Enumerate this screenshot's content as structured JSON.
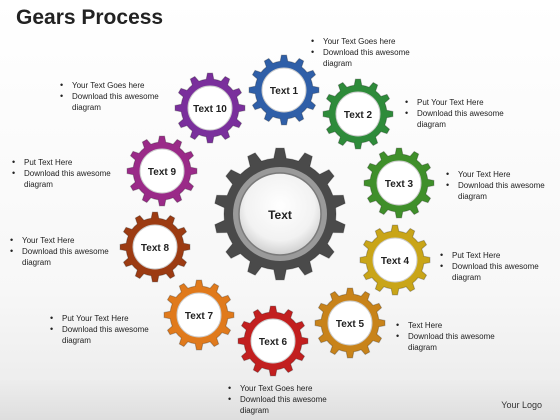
{
  "title": "Gears Process",
  "logo": "Your Logo",
  "colors": {
    "center": "#4a4a4a",
    "text1": "#2f5fa8",
    "text2": "#2e8b3a",
    "text3": "#3f8f2a",
    "text4": "#c9a518",
    "text5": "#c8831a",
    "text6": "#c21f1f",
    "text7": "#e07a1c",
    "text8": "#9c3b12",
    "text9": "#9a2a88",
    "text10": "#7a2f9c"
  },
  "center": {
    "label": "Text"
  },
  "gears": [
    {
      "id": "text1",
      "label": "Text 1",
      "bullets": [
        "Your Text Goes here",
        "Download this awesome diagram"
      ]
    },
    {
      "id": "text2",
      "label": "Text 2",
      "bullets": [
        "Put Your Text Here",
        "Download this awesome diagram"
      ]
    },
    {
      "id": "text3",
      "label": "Text 3",
      "bullets": [
        "Your Text Here",
        "Download this awesome diagram"
      ]
    },
    {
      "id": "text4",
      "label": "Text 4",
      "bullets": [
        "Put Text Here",
        "Download this awesome diagram"
      ]
    },
    {
      "id": "text5",
      "label": "Text 5",
      "bullets": [
        "Text Here",
        "Download this awesome diagram"
      ]
    },
    {
      "id": "text6",
      "label": "Text 6",
      "bullets": [
        "Your Text Goes here",
        "Download this awesome diagram"
      ]
    },
    {
      "id": "text7",
      "label": "Text 7",
      "bullets": [
        "Put Your Text Here",
        "Download this awesome diagram"
      ]
    },
    {
      "id": "text8",
      "label": "Text 8",
      "bullets": [
        "Your Text Here",
        "Download this awesome diagram"
      ]
    },
    {
      "id": "text9",
      "label": "Text 9",
      "bullets": [
        "Put Text Here",
        "Download this awesome diagram"
      ]
    },
    {
      "id": "text10",
      "label": "Text 10",
      "bullets": [
        "Your Text Goes here",
        "Download this awesome diagram"
      ]
    }
  ]
}
